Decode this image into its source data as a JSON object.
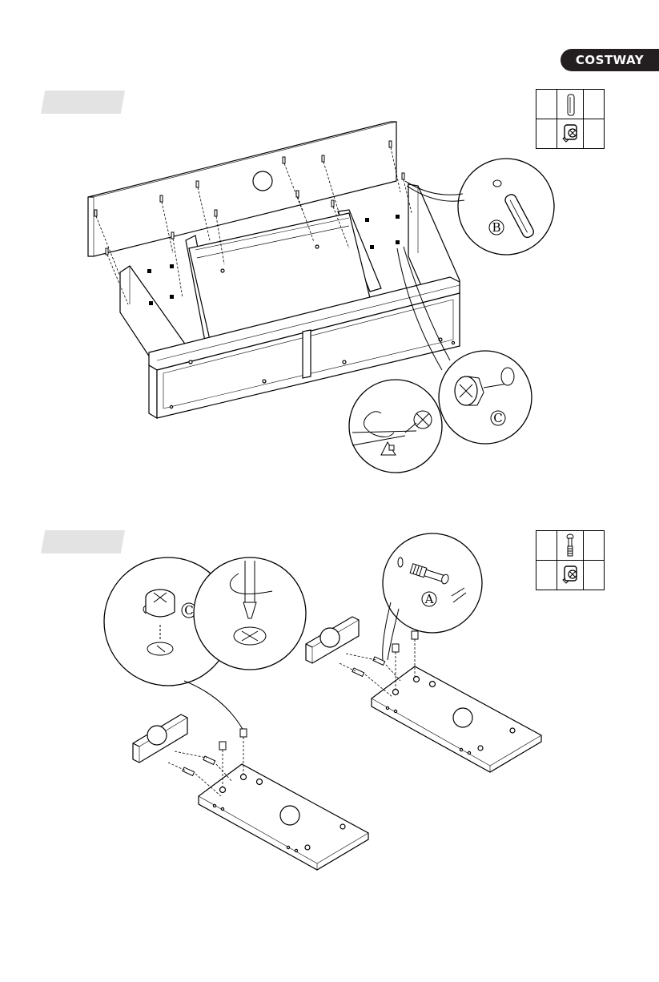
{
  "header": {
    "brand": "COSTWAY"
  },
  "step1": {
    "callout_b": "B",
    "callout_c": "C"
  },
  "step2": {
    "callout_c": "C",
    "callout_a": "A"
  },
  "colors": {
    "brand_bg": "#231f20",
    "tab_bg": "#e3e3e3",
    "line": "#000000"
  }
}
